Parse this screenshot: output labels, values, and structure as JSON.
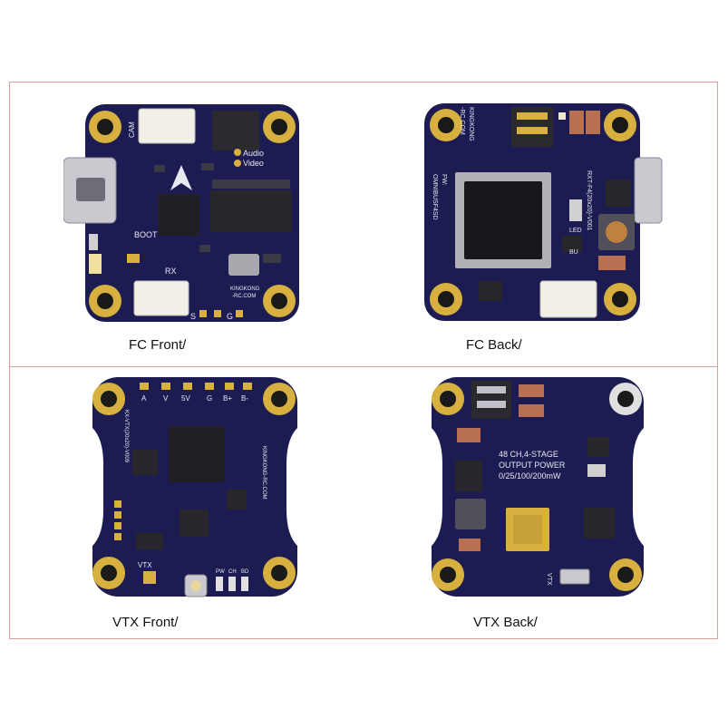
{
  "panels": [
    {
      "id": "fc-front",
      "caption": "FC Front/",
      "silk": {
        "cam": "CAM",
        "audio": "Audio",
        "video": "Video",
        "boot": "BOOT",
        "rx": "RX",
        "brand": "KINGKONG",
        "url": "-RC.COM",
        "pads": [
          "S",
          "G"
        ]
      }
    },
    {
      "id": "fc-back",
      "caption": "FC Back/",
      "silk": {
        "brand": "KINGKONG",
        "url": "-RC.COM",
        "model": "RXT-F4(20x20)-V001",
        "fw": "FW:",
        "target": "OMNIBUSF4SD",
        "led": "LED",
        "bu": "BU"
      }
    },
    {
      "id": "vtx-front",
      "caption": "VTX Front/",
      "silk": {
        "pads": [
          "A",
          "V",
          "5V",
          "G",
          "B+",
          "B-"
        ],
        "model": "KX-VTX(20x20)-V009",
        "url": "KINGKONG-RC.COM",
        "vtx": "VTX",
        "leds": [
          "PW",
          "CH",
          "BD"
        ]
      }
    },
    {
      "id": "vtx-back",
      "caption": "VTX Back/",
      "silk": {
        "line1": "48 CH,4-STAGE",
        "line2": "OUTPUT POWER",
        "line3": "0/25/100/200mW",
        "vtx": "VTX"
      }
    }
  ],
  "colors": {
    "board": "#1c1c52",
    "pad": "#d8b040",
    "silkscreen": "#e8e8f0",
    "frame": "#d9a0a0"
  }
}
